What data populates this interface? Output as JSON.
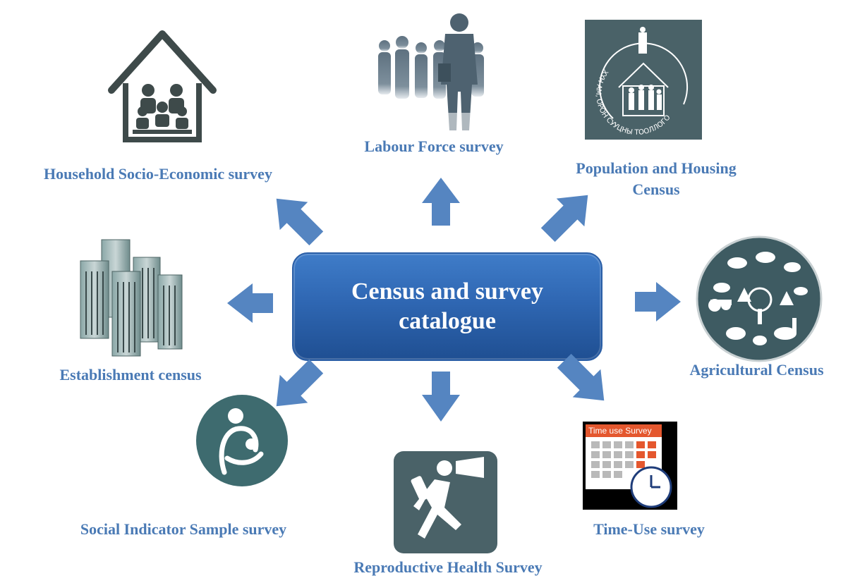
{
  "center": {
    "line1": "Census and survey",
    "line2": "catalogue"
  },
  "nodes": {
    "household": "Household Socio-Economic survey",
    "labour": "Labour Force survey",
    "population_line1": "Population and Housing",
    "population_line2": "Census",
    "establishment": "Establishment census",
    "agricultural": "Agricultural Census",
    "social": "Social Indicator Sample survey",
    "reproductive": "Reproductive Health Survey",
    "timeuse": "Time-Use survey"
  },
  "timeuse_card_title": "Time use Survey",
  "census_logo_ring_text": "ХҮН АМ, ОРОН СУУЦНЫ ТООЛЛОГО",
  "colors": {
    "label": "#4a7ab5",
    "arrow": "#5585c1",
    "center_box": "#2f67b3",
    "icon_teal": "#3e6b6f",
    "icon_slate": "#4a6268",
    "timeuse_orange": "#e4572e"
  }
}
